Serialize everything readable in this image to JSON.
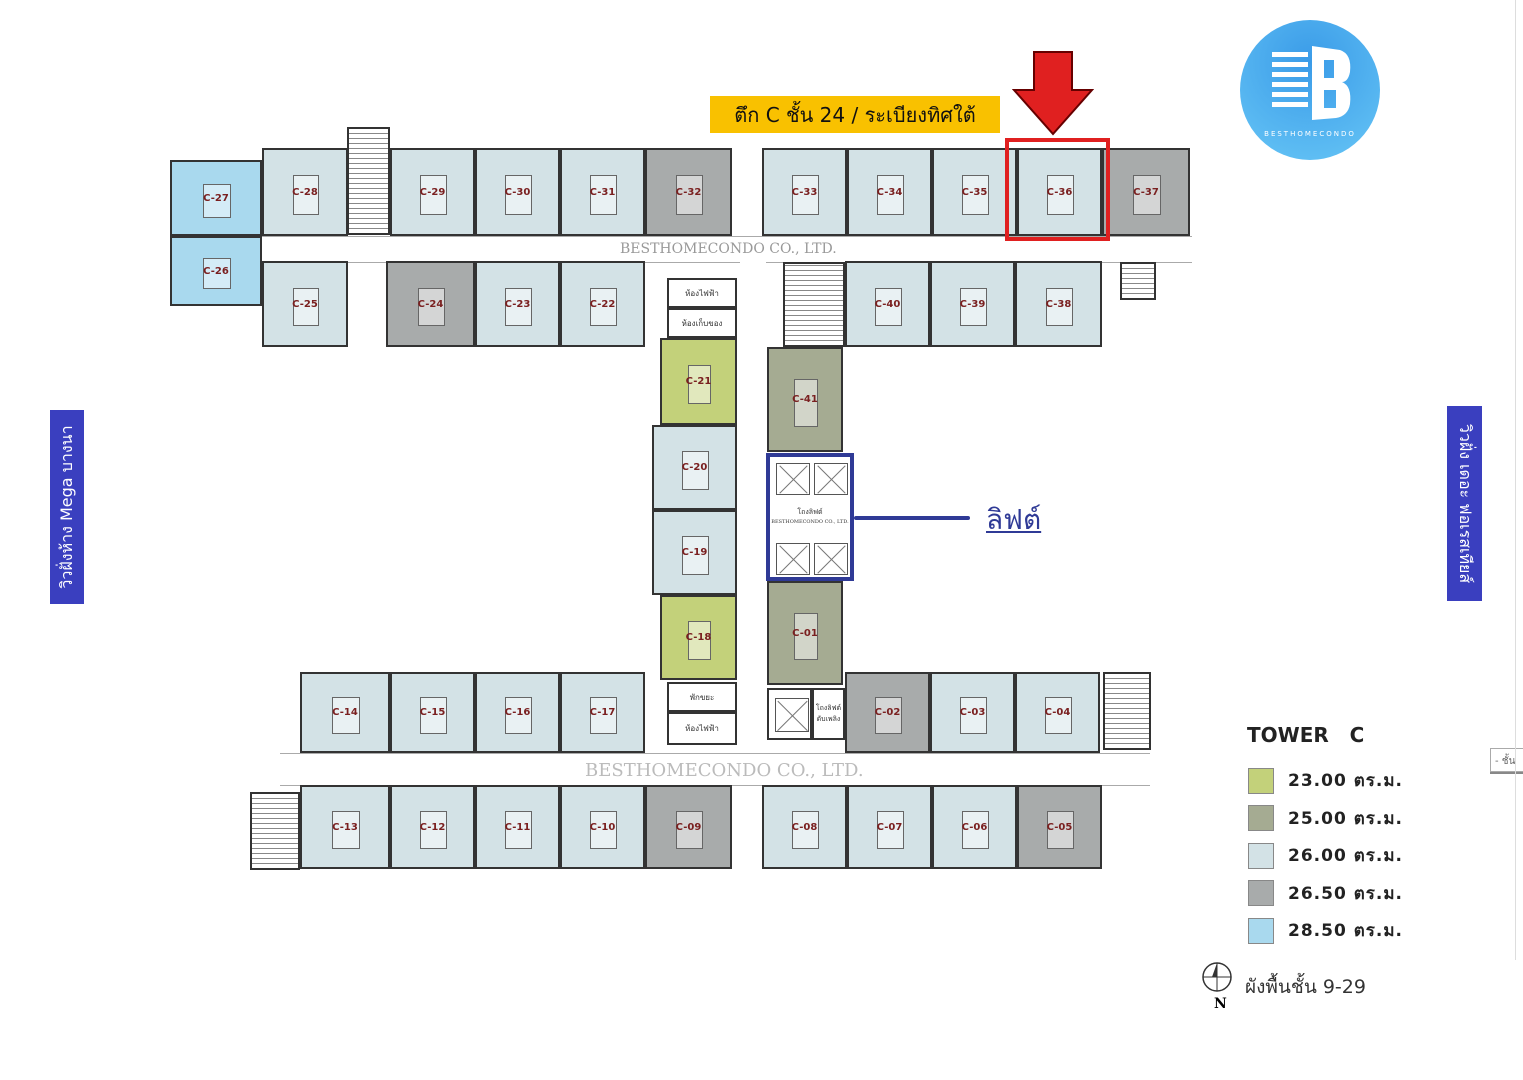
{
  "header": {
    "label": "ตึก C ชั้น 24 / ระเบียงทิศใต้"
  },
  "logo": {
    "text": "BESTHOMECONDO",
    "color": "#3aa6ee"
  },
  "watermark": "BESTHOMECONDO CO., LTD.",
  "highlight": {
    "unit": "C-36",
    "color": "#e02020"
  },
  "side_labels": {
    "left": "วิวฝั่งห้าง Mega บางนา",
    "right": "วิวฝั่ง เดอะ ฟอเรสเทียส์"
  },
  "lift": {
    "callout": "ลิฟต์",
    "lobby_label": "โถงลิฟต์"
  },
  "rooms": {
    "electric": "ห้องไฟฟ้า",
    "storage": "ห้องเก็บของ",
    "garbage": "พักขยะ",
    "electric2": "ห้องไฟฟ้า",
    "fire_lobby": "โถงลิฟต์ดับเพลิง"
  },
  "units": [
    {
      "label": "C-01",
      "type": "25"
    },
    {
      "label": "C-02",
      "type": "26.5"
    },
    {
      "label": "C-03",
      "type": "26"
    },
    {
      "label": "C-04",
      "type": "26"
    },
    {
      "label": "C-05",
      "type": "26.5"
    },
    {
      "label": "C-06",
      "type": "26"
    },
    {
      "label": "C-07",
      "type": "26"
    },
    {
      "label": "C-08",
      "type": "26"
    },
    {
      "label": "C-09",
      "type": "26.5"
    },
    {
      "label": "C-10",
      "type": "26"
    },
    {
      "label": "C-11",
      "type": "26"
    },
    {
      "label": "C-12",
      "type": "26"
    },
    {
      "label": "C-13",
      "type": "26"
    },
    {
      "label": "C-14",
      "type": "26"
    },
    {
      "label": "C-15",
      "type": "26"
    },
    {
      "label": "C-16",
      "type": "26"
    },
    {
      "label": "C-17",
      "type": "26"
    },
    {
      "label": "C-18",
      "type": "23"
    },
    {
      "label": "C-19",
      "type": "26"
    },
    {
      "label": "C-20",
      "type": "26"
    },
    {
      "label": "C-21",
      "type": "23"
    },
    {
      "label": "C-22",
      "type": "26"
    },
    {
      "label": "C-23",
      "type": "26"
    },
    {
      "label": "C-24",
      "type": "26.5"
    },
    {
      "label": "C-25",
      "type": "26"
    },
    {
      "label": "C-26",
      "type": "28.5"
    },
    {
      "label": "C-27",
      "type": "28.5"
    },
    {
      "label": "C-28",
      "type": "26"
    },
    {
      "label": "C-29",
      "type": "26"
    },
    {
      "label": "C-30",
      "type": "26"
    },
    {
      "label": "C-31",
      "type": "26"
    },
    {
      "label": "C-32",
      "type": "26.5"
    },
    {
      "label": "C-33",
      "type": "26"
    },
    {
      "label": "C-34",
      "type": "26"
    },
    {
      "label": "C-35",
      "type": "26"
    },
    {
      "label": "C-36",
      "type": "26"
    },
    {
      "label": "C-37",
      "type": "26.5"
    },
    {
      "label": "C-38",
      "type": "26"
    },
    {
      "label": "C-39",
      "type": "26"
    },
    {
      "label": "C-40",
      "type": "26"
    },
    {
      "label": "C-41",
      "type": "25"
    }
  ],
  "legend": {
    "title": "TOWER   C",
    "items": [
      {
        "type": "23",
        "label": "23.00  ตร.ม.",
        "color": "#c3d17a"
      },
      {
        "type": "25",
        "label": "25.00  ตร.ม.",
        "color": "#a5ab92"
      },
      {
        "type": "26",
        "label": "26.00  ตร.ม.",
        "color": "#d3e2e6"
      },
      {
        "type": "26.5",
        "label": "26.50  ตร.ม.",
        "color": "#a8abab"
      },
      {
        "type": "28.5",
        "label": "28.50  ตร.ม.",
        "color": "#a9d9ee"
      }
    ],
    "floor_label": "ผังพื้นชั้น 9-29",
    "north": "N"
  },
  "edge_tab": "- ชั้น"
}
